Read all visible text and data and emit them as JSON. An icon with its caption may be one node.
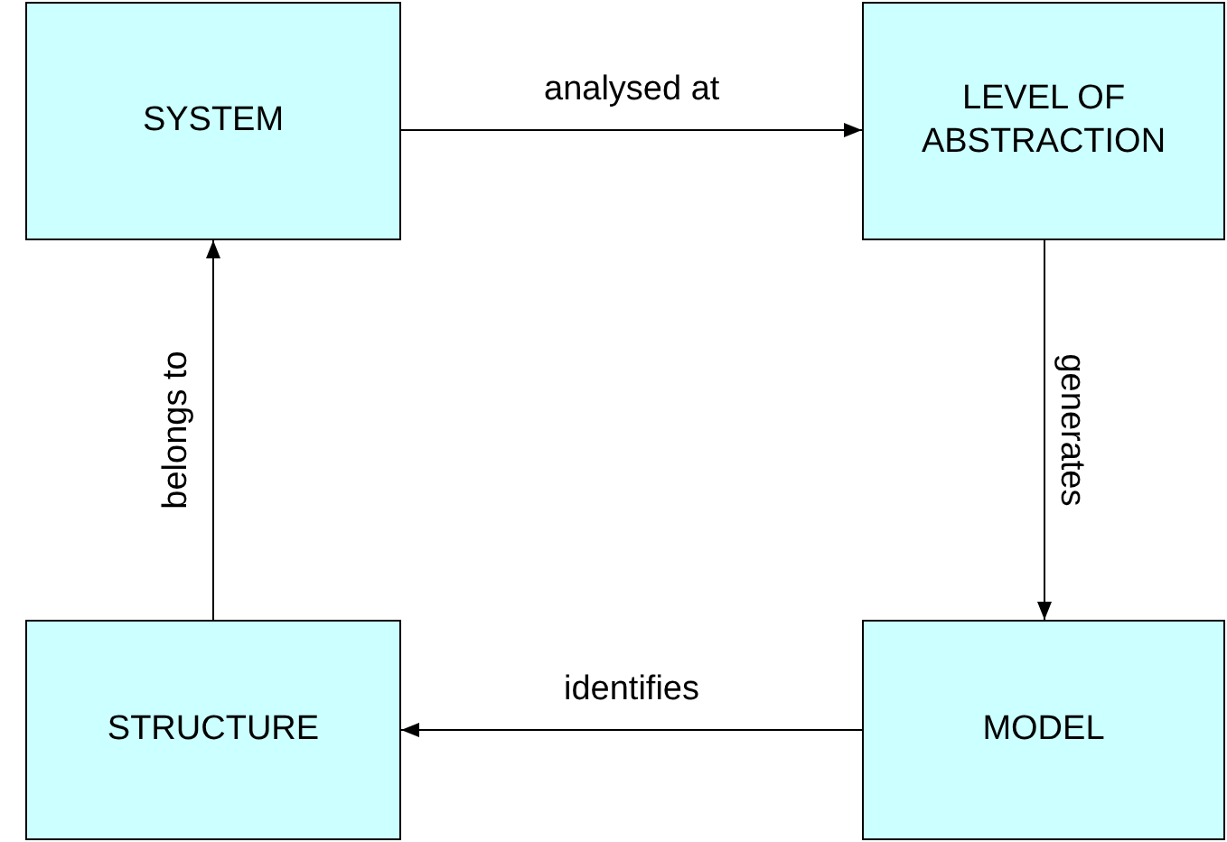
{
  "diagram": {
    "nodes": [
      {
        "text": [
          "SYSTEM"
        ]
      },
      {
        "text": [
          "LEVEL OF ABSTRACTION"
        ]
      },
      {
        "text": [
          "STRUCTURE"
        ]
      },
      {
        "text": [
          "MODEL"
        ]
      }
    ],
    "edges": [
      {
        "from": 0,
        "to": 1,
        "arrow": "to",
        "label": "analysed at"
      },
      {
        "from": 1,
        "to": 3,
        "arrow": "to",
        "label": "generates"
      },
      {
        "from": 3,
        "to": 2,
        "arrow": "to",
        "label": "identifies"
      },
      {
        "from": 2,
        "to": 0,
        "arrow": "to",
        "label": "belongs to"
      }
    ]
  }
}
